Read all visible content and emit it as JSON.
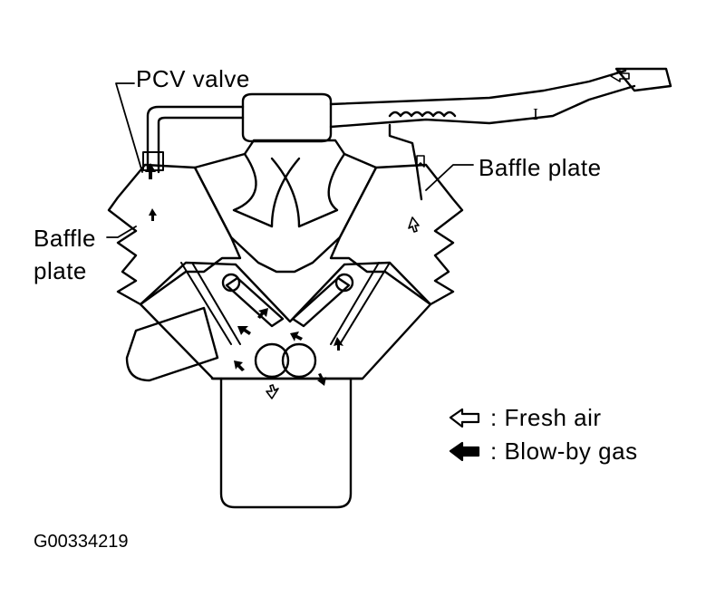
{
  "diagram": {
    "labels": {
      "pcv_valve": "PCV valve",
      "baffle_plate_right": "Baffle plate",
      "baffle_plate_left_line1": "Baffle",
      "baffle_plate_left_line2": "plate",
      "marker_i": "I"
    },
    "legend": {
      "fresh_air": ": Fresh air",
      "blow_by_gas": ": Blow-by gas"
    },
    "figure_code": "G00334219",
    "colors": {
      "ink": "#000000",
      "paper": "#ffffff"
    }
  }
}
